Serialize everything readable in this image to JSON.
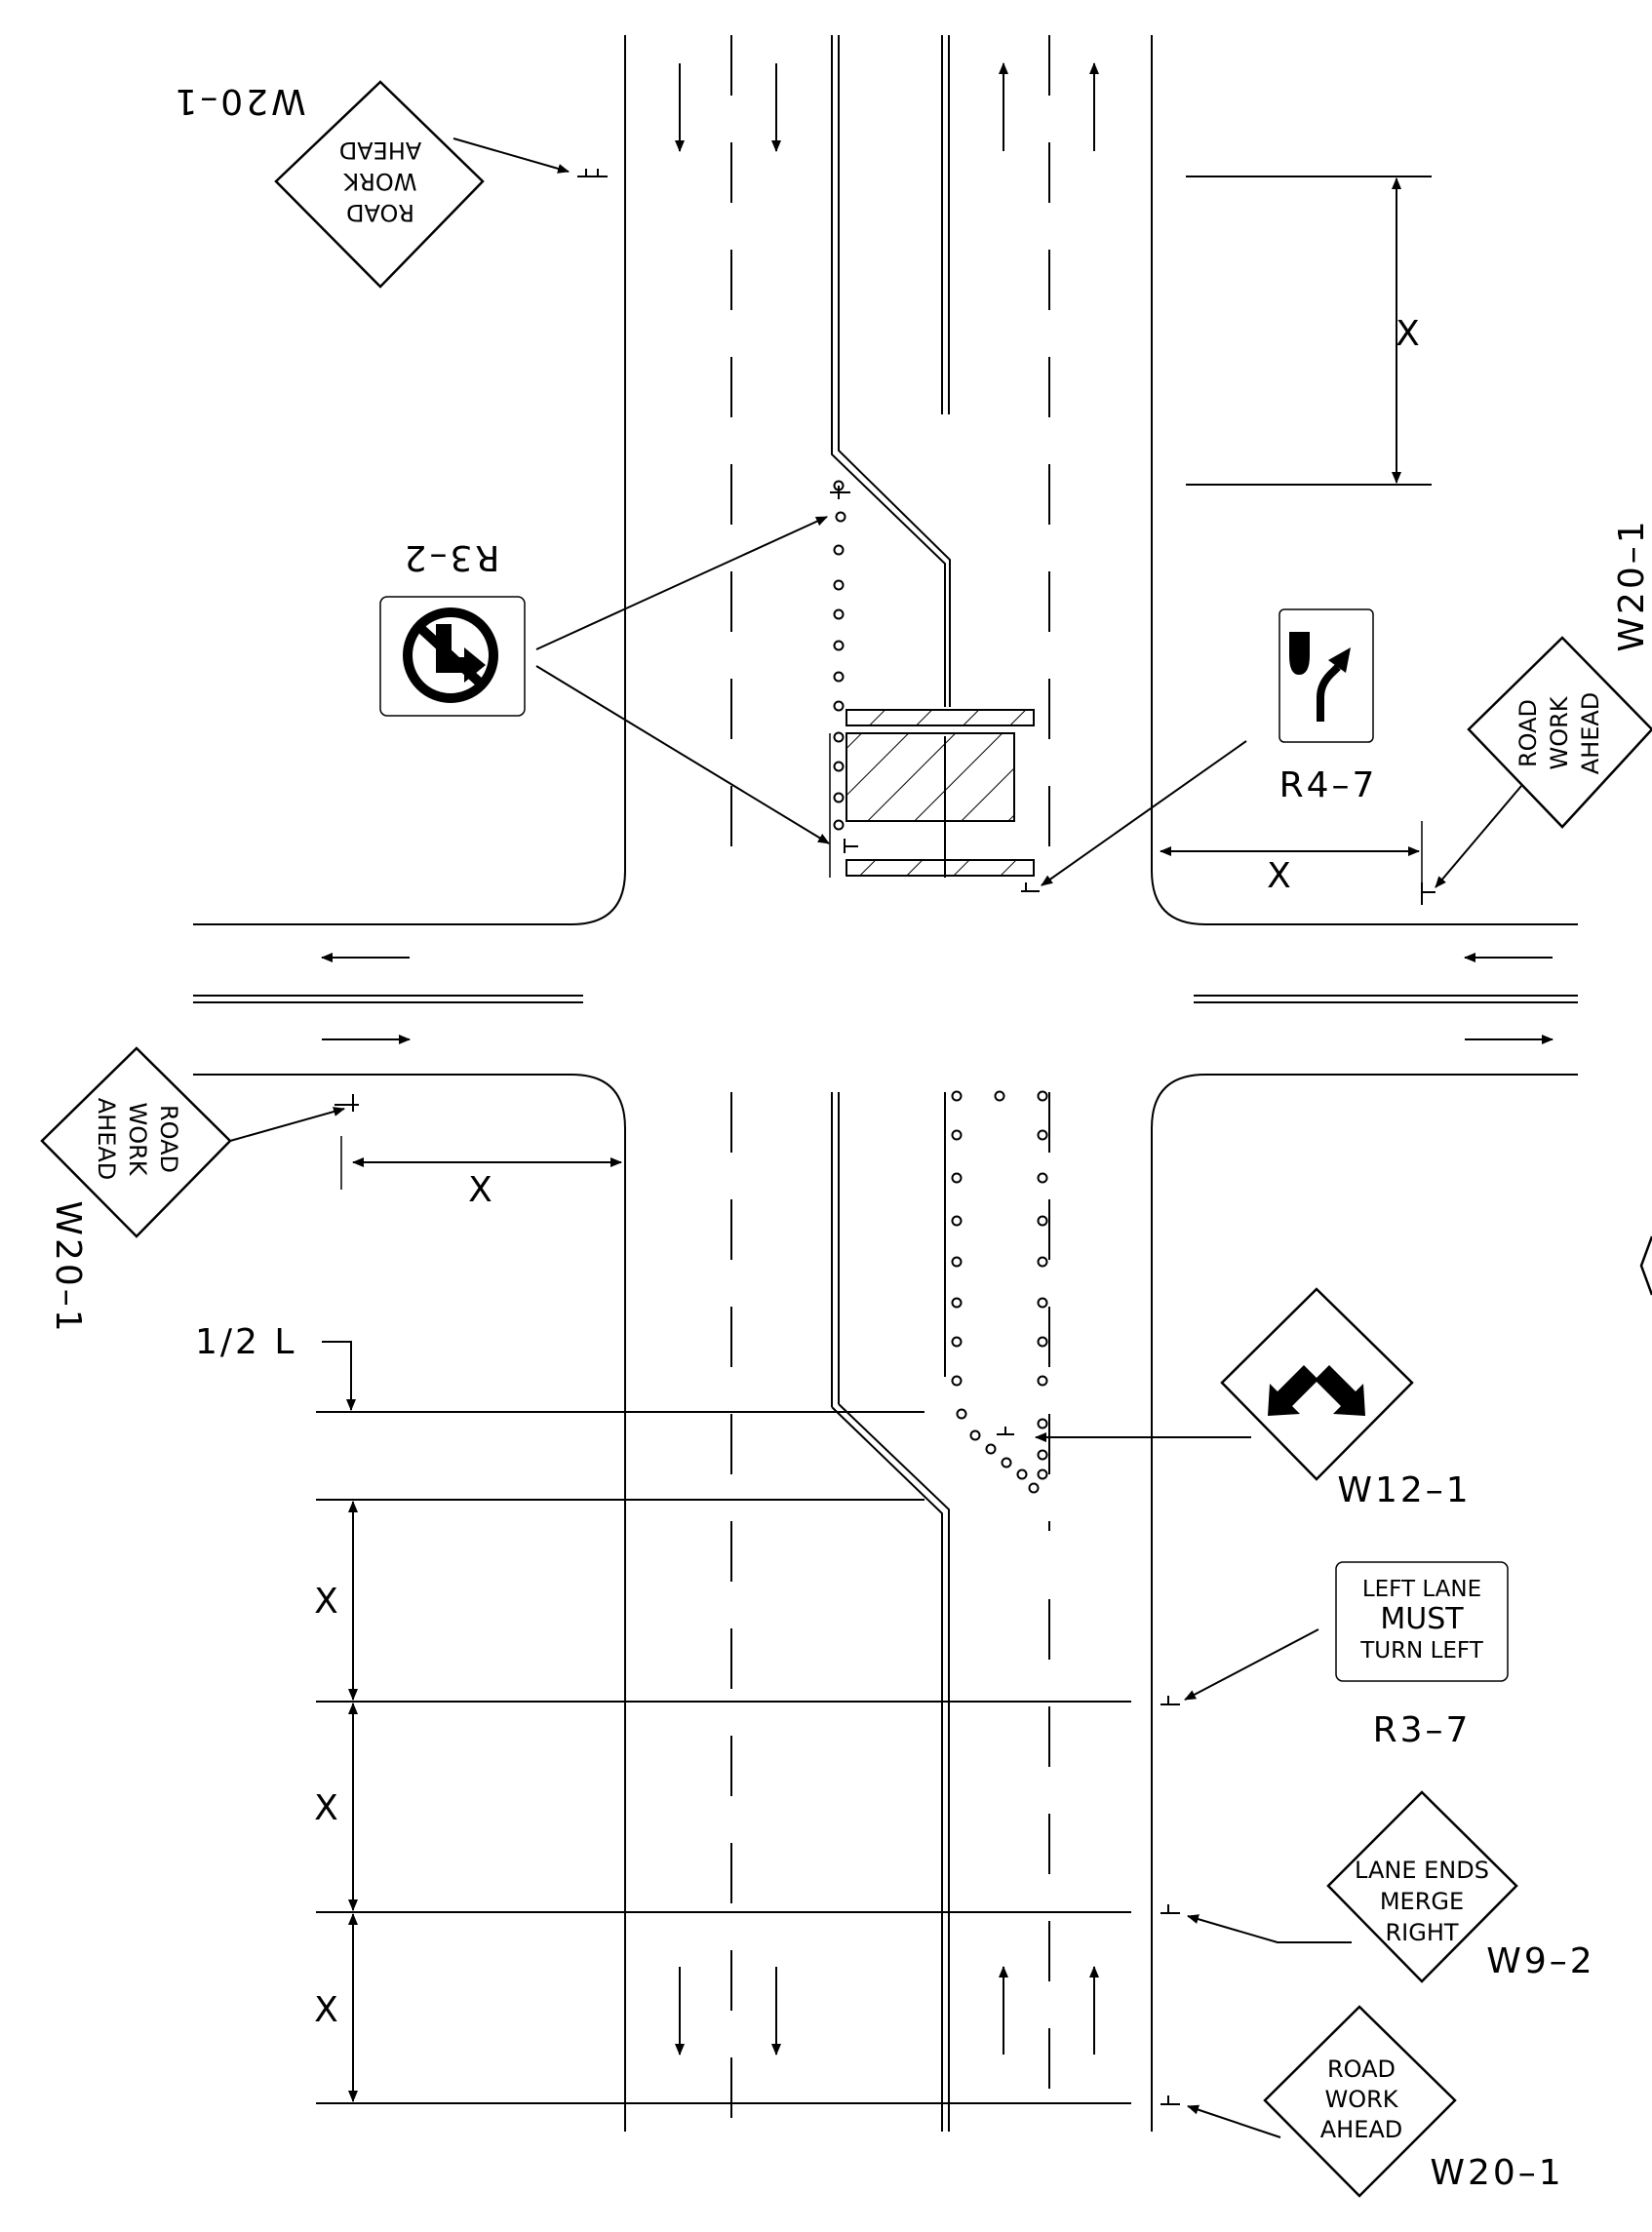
{
  "labels": {
    "x": "X",
    "half_l": "1/2 L",
    "w20_1": "W20–1",
    "r3_2": "R3–2",
    "r4_7": "R4–7",
    "w12_1": "W12–1",
    "r3_7": "R3–7",
    "w9_2": "W9–2"
  },
  "signs": {
    "road_work_ahead": [
      "ROAD",
      "WORK",
      "AHEAD"
    ],
    "left_lane_must_turn_left": [
      "LEFT LANE",
      "MUST",
      "TURN LEFT"
    ],
    "lane_ends_merge_right": [
      "LANE ENDS",
      "MERGE",
      "RIGHT"
    ]
  }
}
